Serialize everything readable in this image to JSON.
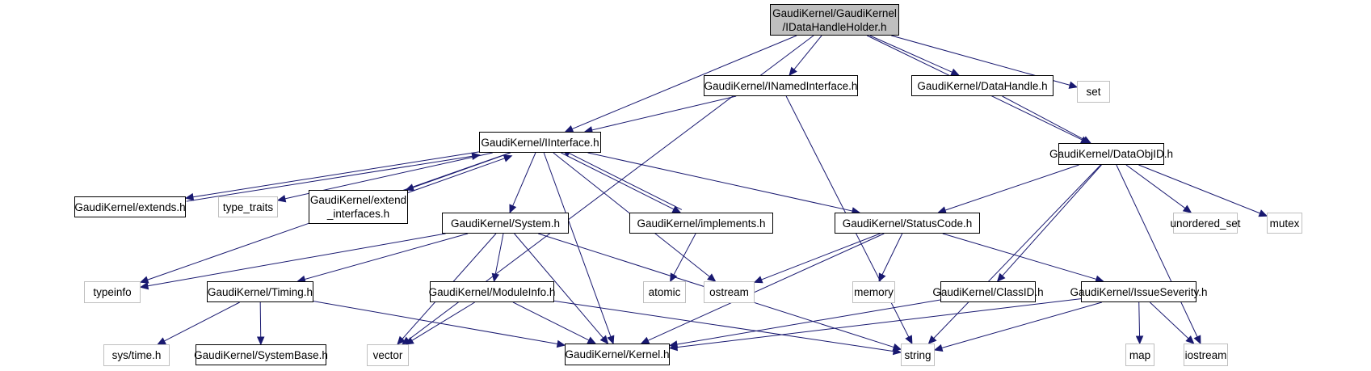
{
  "diagram": {
    "title": "GaudiKernel/GaudiKernel/IDataHandleHolder.h include dependency graph",
    "colors": {
      "edge": "#191970",
      "root_fill": "#bfbfbf",
      "local_border": "#000000",
      "system_border": "#bfbfbf"
    },
    "nodes": [
      {
        "id": "root",
        "label": "GaudiKernel/GaudiKernel\n/IDataHandleHolder.h",
        "kind": "root"
      },
      {
        "id": "inamed",
        "label": "GaudiKernel/INamedInterface.h",
        "kind": "local"
      },
      {
        "id": "datahandle",
        "label": "GaudiKernel/DataHandle.h",
        "kind": "local"
      },
      {
        "id": "set",
        "label": "set",
        "kind": "system"
      },
      {
        "id": "iinterface",
        "label": "GaudiKernel/IInterface.h",
        "kind": "local"
      },
      {
        "id": "dataobjid",
        "label": "GaudiKernel/DataObjID.h",
        "kind": "local"
      },
      {
        "id": "extends",
        "label": "GaudiKernel/extends.h",
        "kind": "local"
      },
      {
        "id": "type_traits",
        "label": "type_traits",
        "kind": "system"
      },
      {
        "id": "extend_interfaces",
        "label": "GaudiKernel/extend\n_interfaces.h",
        "kind": "local"
      },
      {
        "id": "system",
        "label": "GaudiKernel/System.h",
        "kind": "local"
      },
      {
        "id": "implements",
        "label": "GaudiKernel/implements.h",
        "kind": "local"
      },
      {
        "id": "statuscode",
        "label": "GaudiKernel/StatusCode.h",
        "kind": "local"
      },
      {
        "id": "unordered_set",
        "label": "unordered_set",
        "kind": "system"
      },
      {
        "id": "mutex",
        "label": "mutex",
        "kind": "system"
      },
      {
        "id": "typeinfo",
        "label": "typeinfo",
        "kind": "system"
      },
      {
        "id": "timing",
        "label": "GaudiKernel/Timing.h",
        "kind": "local"
      },
      {
        "id": "moduleinfo",
        "label": "GaudiKernel/ModuleInfo.h",
        "kind": "local"
      },
      {
        "id": "atomic",
        "label": "atomic",
        "kind": "system"
      },
      {
        "id": "ostream",
        "label": "ostream",
        "kind": "system"
      },
      {
        "id": "memory",
        "label": "memory",
        "kind": "system"
      },
      {
        "id": "classid",
        "label": "GaudiKernel/ClassID.h",
        "kind": "local"
      },
      {
        "id": "issueseverity",
        "label": "GaudiKernel/IssueSeverity.h",
        "kind": "local"
      },
      {
        "id": "systime",
        "label": "sys/time.h",
        "kind": "system"
      },
      {
        "id": "systembase",
        "label": "GaudiKernel/SystemBase.h",
        "kind": "local"
      },
      {
        "id": "vector",
        "label": "vector",
        "kind": "system"
      },
      {
        "id": "kernel",
        "label": "GaudiKernel/Kernel.h",
        "kind": "local"
      },
      {
        "id": "string",
        "label": "string",
        "kind": "system"
      },
      {
        "id": "map",
        "label": "map",
        "kind": "system"
      },
      {
        "id": "iostream",
        "label": "iostream",
        "kind": "system"
      }
    ],
    "edges": [
      [
        "root",
        "vector"
      ],
      [
        "root",
        "iinterface"
      ],
      [
        "root",
        "inamed"
      ],
      [
        "root",
        "dataobjid"
      ],
      [
        "root",
        "datahandle"
      ],
      [
        "root",
        "set"
      ],
      [
        "inamed",
        "iinterface"
      ],
      [
        "inamed",
        "string"
      ],
      [
        "datahandle",
        "dataobjid"
      ],
      [
        "iinterface",
        "typeinfo"
      ],
      [
        "iinterface",
        "extends"
      ],
      [
        "extends",
        "iinterface"
      ],
      [
        "iinterface",
        "type_traits"
      ],
      [
        "iinterface",
        "extend_interfaces"
      ],
      [
        "extend_interfaces",
        "iinterface"
      ],
      [
        "iinterface",
        "system"
      ],
      [
        "iinterface",
        "kernel"
      ],
      [
        "iinterface",
        "implements"
      ],
      [
        "implements",
        "iinterface"
      ],
      [
        "iinterface",
        "ostream"
      ],
      [
        "iinterface",
        "statuscode"
      ],
      [
        "dataobjid",
        "statuscode"
      ],
      [
        "dataobjid",
        "classid"
      ],
      [
        "dataobjid",
        "string"
      ],
      [
        "dataobjid",
        "unordered_set"
      ],
      [
        "dataobjid",
        "mutex"
      ],
      [
        "dataobjid",
        "iostream"
      ],
      [
        "system",
        "typeinfo"
      ],
      [
        "system",
        "timing"
      ],
      [
        "system",
        "vector"
      ],
      [
        "system",
        "kernel"
      ],
      [
        "system",
        "moduleinfo"
      ],
      [
        "system",
        "string"
      ],
      [
        "implements",
        "atomic"
      ],
      [
        "statuscode",
        "ostream"
      ],
      [
        "statuscode",
        "kernel"
      ],
      [
        "statuscode",
        "memory"
      ],
      [
        "statuscode",
        "issueseverity"
      ],
      [
        "timing",
        "systime"
      ],
      [
        "timing",
        "systembase"
      ],
      [
        "timing",
        "kernel"
      ],
      [
        "moduleinfo",
        "vector"
      ],
      [
        "moduleinfo",
        "kernel"
      ],
      [
        "moduleinfo",
        "string"
      ],
      [
        "classid",
        "kernel"
      ],
      [
        "issueseverity",
        "kernel"
      ],
      [
        "issueseverity",
        "string"
      ],
      [
        "issueseverity",
        "map"
      ],
      [
        "issueseverity",
        "iostream"
      ]
    ]
  }
}
